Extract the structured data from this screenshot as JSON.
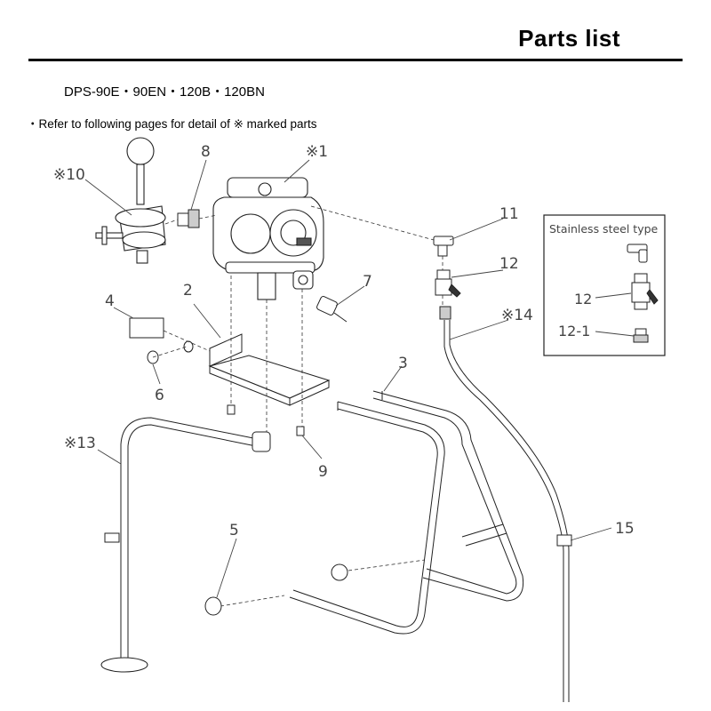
{
  "header": {
    "title": "Parts  list",
    "models": "DPS-90E・90EN・120B・120BN",
    "note": "・Refer to following pages for detail of ※ marked parts"
  },
  "inset": {
    "title": "Stainless steel type",
    "labels": {
      "part12": "12",
      "part12_1": "12-1"
    }
  },
  "callouts": {
    "c1": "※1",
    "c2": "2",
    "c3": "3",
    "c4": "4",
    "c5": "5",
    "c6": "6",
    "c7": "7",
    "c8": "8",
    "c9": "9",
    "c10": "※10",
    "c11": "11",
    "c12": "12",
    "c13": "※13",
    "c14": "※14",
    "c15": "15"
  },
  "colors": {
    "line": "#222222",
    "callout": "#444444",
    "fill_dark": "#555555",
    "fill_light": "#cccccc"
  }
}
